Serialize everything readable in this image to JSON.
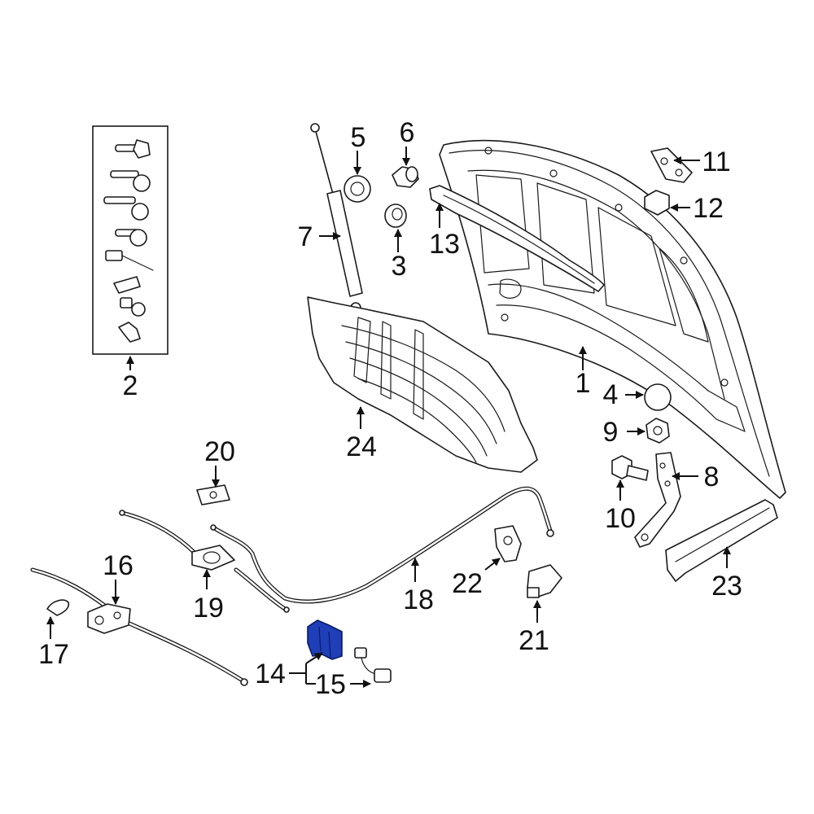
{
  "diagram": {
    "highlight_color": "#1f3fb8",
    "highlighted_part": "14",
    "callouts": [
      {
        "id": "1",
        "text": "1"
      },
      {
        "id": "2",
        "text": "2"
      },
      {
        "id": "3",
        "text": "3"
      },
      {
        "id": "4",
        "text": "4"
      },
      {
        "id": "5",
        "text": "5"
      },
      {
        "id": "6",
        "text": "6"
      },
      {
        "id": "7",
        "text": "7"
      },
      {
        "id": "8",
        "text": "8"
      },
      {
        "id": "9",
        "text": "9"
      },
      {
        "id": "10",
        "text": "10"
      },
      {
        "id": "11",
        "text": "11"
      },
      {
        "id": "12",
        "text": "12"
      },
      {
        "id": "13",
        "text": "13"
      },
      {
        "id": "14",
        "text": "14"
      },
      {
        "id": "15",
        "text": "15"
      },
      {
        "id": "16",
        "text": "16"
      },
      {
        "id": "17",
        "text": "17"
      },
      {
        "id": "18",
        "text": "18"
      },
      {
        "id": "19",
        "text": "19"
      },
      {
        "id": "20",
        "text": "20"
      },
      {
        "id": "21",
        "text": "21"
      },
      {
        "id": "22",
        "text": "22"
      },
      {
        "id": "23",
        "text": "23"
      },
      {
        "id": "24",
        "text": "24"
      }
    ]
  }
}
